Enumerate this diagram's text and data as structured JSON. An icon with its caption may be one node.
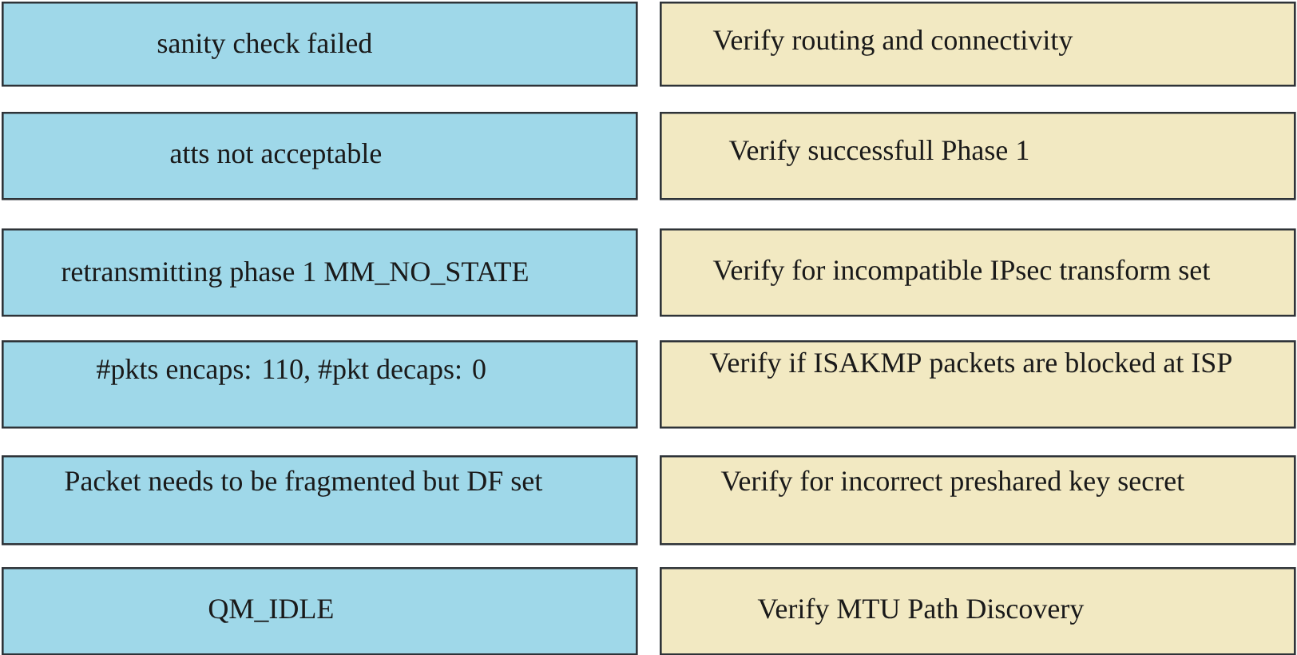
{
  "diagram": {
    "nodes": [
      {
        "text": [
          "sanity check failed"
        ]
      },
      {
        "text": [
          "Verify routing and connectivity"
        ]
      },
      {
        "text": [
          "atts not acceptable"
        ]
      },
      {
        "text": [
          "Verify successfull Phase 1"
        ]
      },
      {
        "text": [
          "retransmitting phase 1 MM_NO_STATE"
        ]
      },
      {
        "text": [
          "Verify for incompatible IPsec transform set"
        ]
      },
      {
        "text": [
          "#pkts encaps: 110, #pkt decaps: 0"
        ]
      },
      {
        "text": [
          "Verify if ISAKMP packets are blocked at ISP"
        ]
      },
      {
        "text": [
          "Packet needs to be fragmented but DF set"
        ]
      },
      {
        "text": [
          "Verify for incorrect preshared key secret"
        ]
      },
      {
        "text": [
          "QM_IDLE"
        ]
      },
      {
        "text": [
          "Verify MTU Path Discovery"
        ]
      }
    ]
  }
}
